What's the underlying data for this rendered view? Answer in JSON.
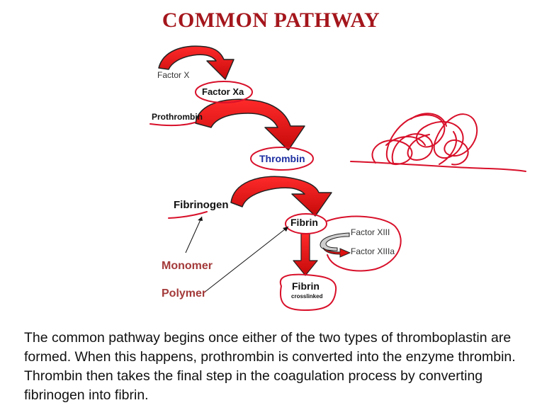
{
  "title": "COMMON PATHWAY",
  "nodes": {
    "factor_x": "Factor X",
    "factor_xa": "Factor Xa",
    "prothrombin": "Prothrombin",
    "thrombin": "Thrombin",
    "fibrinogen": "Fibrinogen",
    "fibrin": "Fibrin",
    "factor_xiii": "Factor XIII",
    "factor_xiiia": "Factor XIIIa",
    "fibrin_crosslinked": "Fibrin",
    "crosslinked": "crosslinked"
  },
  "annotations": {
    "monomer": "Monomer",
    "polymer": "Polymer"
  },
  "caption": "The common pathway begins once either of the two types of thromboplastin are formed. When this happens, prothrombin is converted into the enzyme thrombin. Thrombin then takes the final step in the coagulation process by converting fibrinogen into fibrin.",
  "colors": {
    "title": "#a4161c",
    "arrow_fill": "#dd1111",
    "ink": "#d8102a",
    "thrombin_text": "#1c2ea0",
    "annotation_text": "#a43a3a"
  }
}
